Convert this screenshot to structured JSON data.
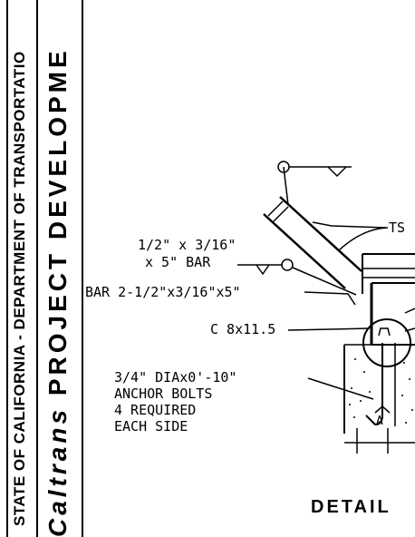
{
  "sidebar": {
    "agency_line": "STATE OF CALIFORNIA - DEPARTMENT OF TRANSPORTATIO",
    "logo_text": "Caltrans",
    "program_text": "PROJECT DEVELOPME"
  },
  "labels": {
    "ts": "TS",
    "bar_small_line1": "1/2\" x 3/16\"",
    "bar_small_line2": "x 5\" BAR",
    "bar_large": "BAR 2-1/2\"x3/16\"x5\"",
    "channel": "C 8x11.5",
    "anchor_line1": "3/4\" DIAx0'-10\"",
    "anchor_line2": "ANCHOR BOLTS",
    "anchor_line3": "4 REQUIRED",
    "anchor_line4": "EACH SIDE",
    "section_a": "A",
    "detail": "DETAIL"
  }
}
